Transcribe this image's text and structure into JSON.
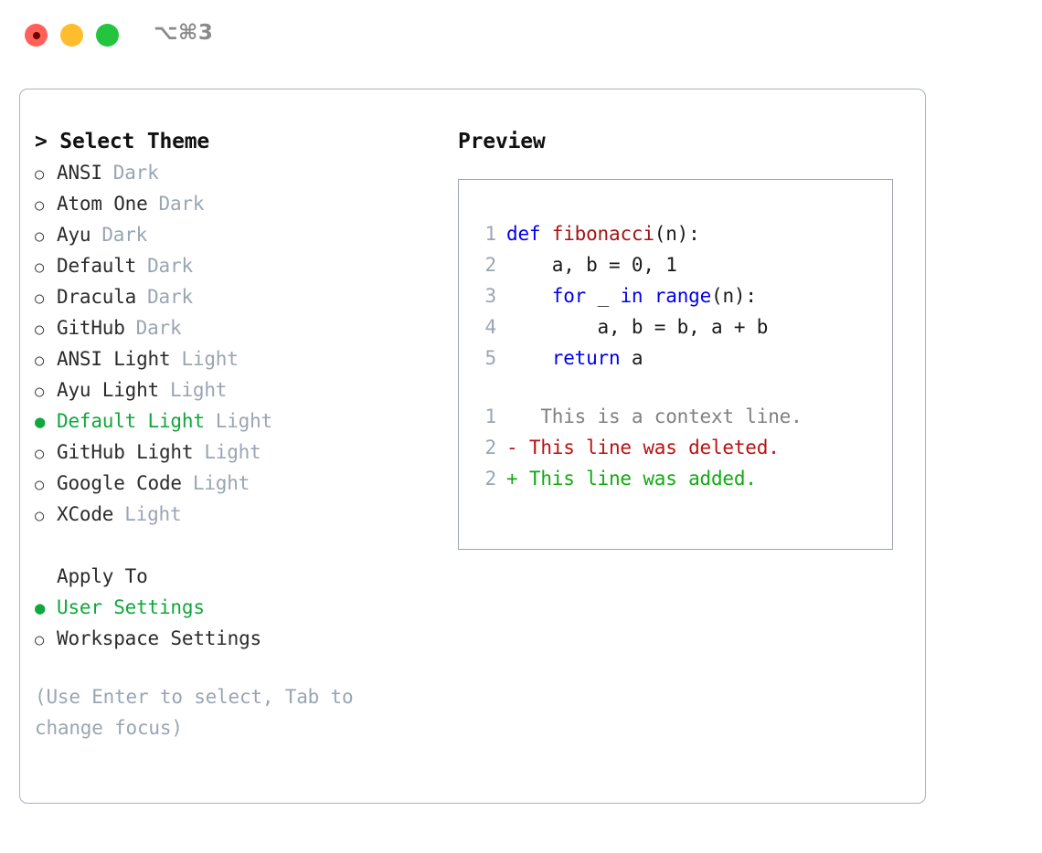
{
  "titlebar": {
    "shortcut": "⌥⌘3",
    "lights": [
      {
        "name": "close",
        "color": "#FF6058"
      },
      {
        "name": "minimize",
        "color": "#FFBD2E"
      },
      {
        "name": "maximize",
        "color": "#22C53D"
      }
    ]
  },
  "theme_picker": {
    "heading": "> Select Theme",
    "radio_unselected": "○",
    "radio_selected": "●",
    "accent_color": "#0FA83C",
    "muted_color": "#9AA5B4",
    "items": [
      {
        "label": "ANSI",
        "category": "Dark",
        "selected": false
      },
      {
        "label": "Atom One",
        "category": "Dark",
        "selected": false
      },
      {
        "label": "Ayu",
        "category": "Dark",
        "selected": false
      },
      {
        "label": "Default",
        "category": "Dark",
        "selected": false
      },
      {
        "label": "Dracula",
        "category": "Dark",
        "selected": false
      },
      {
        "label": "GitHub",
        "category": "Dark",
        "selected": false
      },
      {
        "label": "ANSI Light",
        "category": "Light",
        "selected": false
      },
      {
        "label": "Ayu Light",
        "category": "Light",
        "selected": false
      },
      {
        "label": "Default Light",
        "category": "Light",
        "selected": true
      },
      {
        "label": "GitHub Light",
        "category": "Light",
        "selected": false
      },
      {
        "label": "Google Code",
        "category": "Light",
        "selected": false
      },
      {
        "label": "XCode",
        "category": "Light",
        "selected": false
      }
    ]
  },
  "apply_to": {
    "heading": "Apply To",
    "options": [
      {
        "label": "User Settings",
        "selected": true
      },
      {
        "label": "Workspace Settings",
        "selected": false
      }
    ]
  },
  "hint": "(Use Enter to select, Tab to change focus)",
  "preview": {
    "title": "Preview",
    "code_lines": [
      {
        "number": "1",
        "tokens": [
          {
            "text": "def ",
            "type": "keyword"
          },
          {
            "text": "fibonacci",
            "type": "function"
          },
          {
            "text": "(n):",
            "type": "plain"
          }
        ]
      },
      {
        "number": "2",
        "tokens": [
          {
            "text": "    a, b = 0, 1",
            "type": "plain"
          }
        ]
      },
      {
        "number": "3",
        "tokens": [
          {
            "text": "    ",
            "type": "plain"
          },
          {
            "text": "for",
            "type": "keyword"
          },
          {
            "text": " _ ",
            "type": "plain"
          },
          {
            "text": "in",
            "type": "keyword"
          },
          {
            "text": " ",
            "type": "plain"
          },
          {
            "text": "range",
            "type": "keyword"
          },
          {
            "text": "(n):",
            "type": "plain"
          }
        ]
      },
      {
        "number": "4",
        "tokens": [
          {
            "text": "        a, b = b, a + b",
            "type": "plain"
          }
        ]
      },
      {
        "number": "5",
        "tokens": [
          {
            "text": "    ",
            "type": "plain"
          },
          {
            "text": "return",
            "type": "keyword"
          },
          {
            "text": " a",
            "type": "plain"
          }
        ]
      }
    ],
    "diff_lines": [
      {
        "number": "1",
        "marker": "  ",
        "text": " This is a context line.",
        "type": "context"
      },
      {
        "number": "2",
        "marker": "- ",
        "text": "This line was deleted.",
        "type": "deleted"
      },
      {
        "number": "2",
        "marker": "+ ",
        "text": "This line was added.",
        "type": "added"
      }
    ],
    "colors": {
      "keyword": "#0000EE",
      "function": "#A31515",
      "plain": "#1A1A1A",
      "context": "#808080",
      "deleted": "#BB1111",
      "added": "#11AA11",
      "lineno": "#9AA5B4",
      "border": "#9AA5B4"
    }
  }
}
